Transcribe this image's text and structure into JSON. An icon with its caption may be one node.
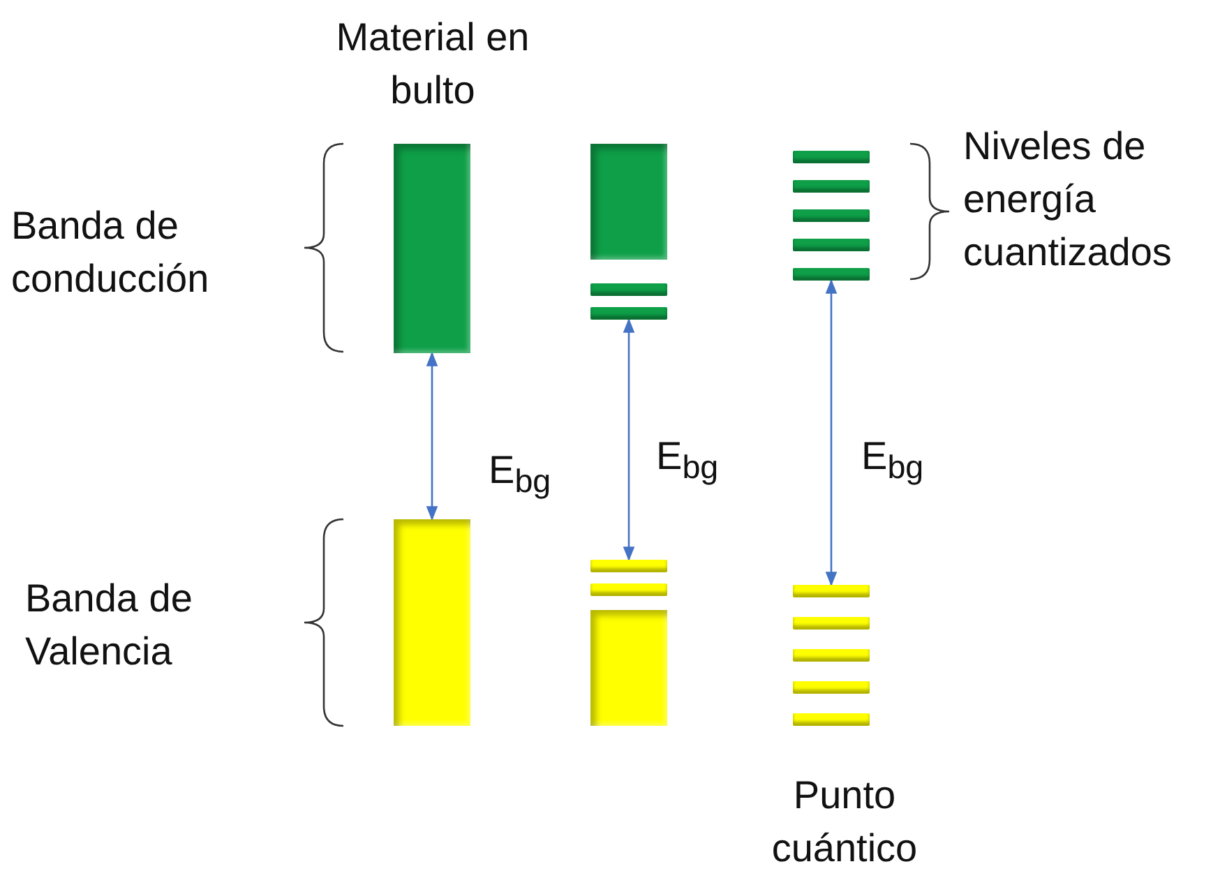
{
  "diagram": {
    "nodes": [
      {
        "text": [],
        "shape": "box"
      },
      {
        "text": [],
        "shape": "box"
      },
      {
        "text": [],
        "shape": "box"
      },
      {
        "text": [],
        "shape": "bar"
      },
      {
        "text": [],
        "shape": "bar"
      },
      {
        "text": [],
        "shape": "bar"
      },
      {
        "text": [],
        "shape": "bar"
      },
      {
        "text": [],
        "shape": "box"
      },
      {
        "text": [],
        "shape": "bar"
      },
      {
        "text": [],
        "shape": "bar"
      },
      {
        "text": [],
        "shape": "bar"
      },
      {
        "text": [],
        "shape": "bar"
      },
      {
        "text": [],
        "shape": "bar"
      },
      {
        "text": [],
        "shape": "bar"
      },
      {
        "text": [],
        "shape": "bar"
      },
      {
        "text": [],
        "shape": "bar"
      },
      {
        "text": [],
        "shape": "bar"
      },
      {
        "text": [],
        "shape": "bar"
      }
    ],
    "edges": [
      {
        "from": 0,
        "to": 1,
        "arrow": "both",
        "label": "E$_{bg}$"
      },
      {
        "from": 4,
        "to": 5,
        "arrow": "both",
        "label": "E$_{bg}$"
      },
      {
        "from": 12,
        "to": 13,
        "arrow": "both",
        "label": "E$_{bg}$"
      }
    ],
    "labels": [
      "Material en bulto",
      "Niveles de energía cuantizados",
      "Banda de conducción",
      "Banda de Valencia",
      "Punto cuántico"
    ]
  }
}
